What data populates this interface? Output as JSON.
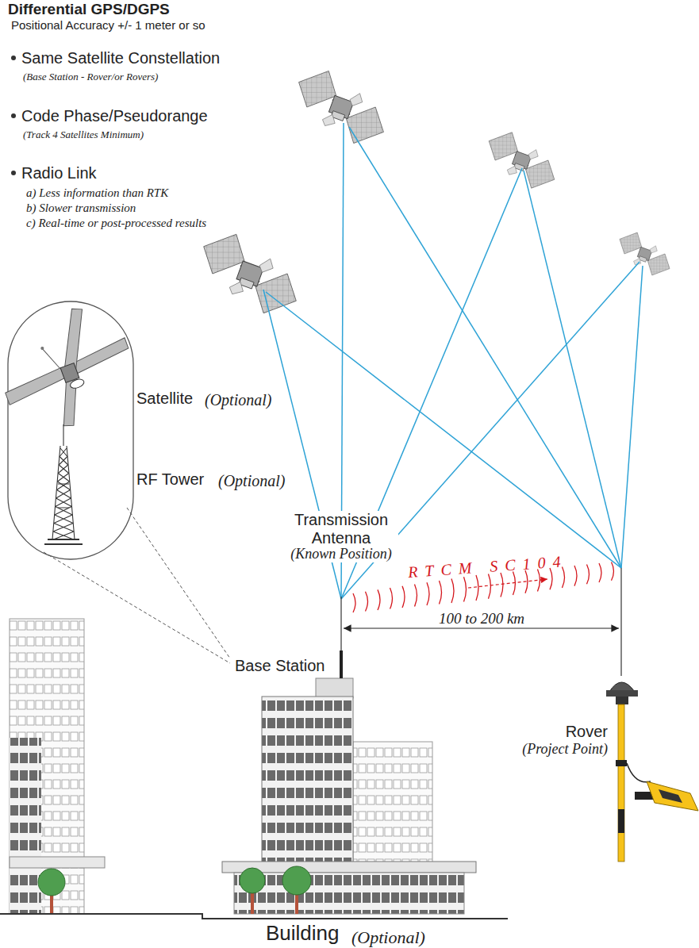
{
  "diagram": {
    "title": "Differential GPS/DGPS",
    "labels": [
      "Positional Accuracy +/- 1 meter or so",
      "Same Satellite Constellation",
      "(Base Station - Rover/or Rovers)",
      "Code Phase/Pseudorange",
      "(Track 4 Satellites Minimum)",
      "Radio Link",
      "a) Less information than RTK",
      "b) Slower transmission",
      "c) Real-time or post-processed results",
      "Satellite",
      "(Optional)",
      "RF Tower",
      "(Optional)",
      "Transmission Antenna",
      "(Known Position)",
      "RTCM SC104",
      "100 to 200 km",
      "Base Station",
      "Rover",
      "(Project Point)",
      "Building",
      "(Optional)"
    ]
  }
}
